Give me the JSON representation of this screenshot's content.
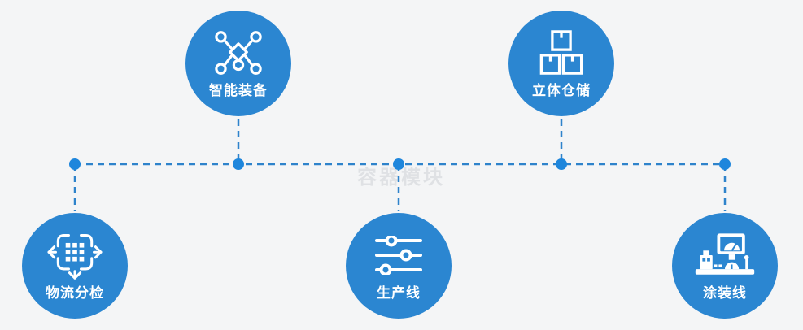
{
  "watermark": "容器模块",
  "colors": {
    "circle-blue": "#2b86d1",
    "line-blue": "#2e83cb",
    "dot-blue": "#1e86dc",
    "bg": "#f4f5f6",
    "watermark-gray": "#dfe1e4",
    "label-white": "#ffffff"
  },
  "nodes": [
    {
      "label": "智能装备",
      "icon": "network-nodes-icon"
    },
    {
      "label": "立体仓储",
      "icon": "stacked-boxes-icon"
    },
    {
      "label": "物流分检",
      "icon": "sorting-grid-arrows-icon"
    },
    {
      "label": "生产线",
      "icon": "sliders-icon"
    },
    {
      "label": "涂装线",
      "icon": "control-console-icon"
    }
  ]
}
